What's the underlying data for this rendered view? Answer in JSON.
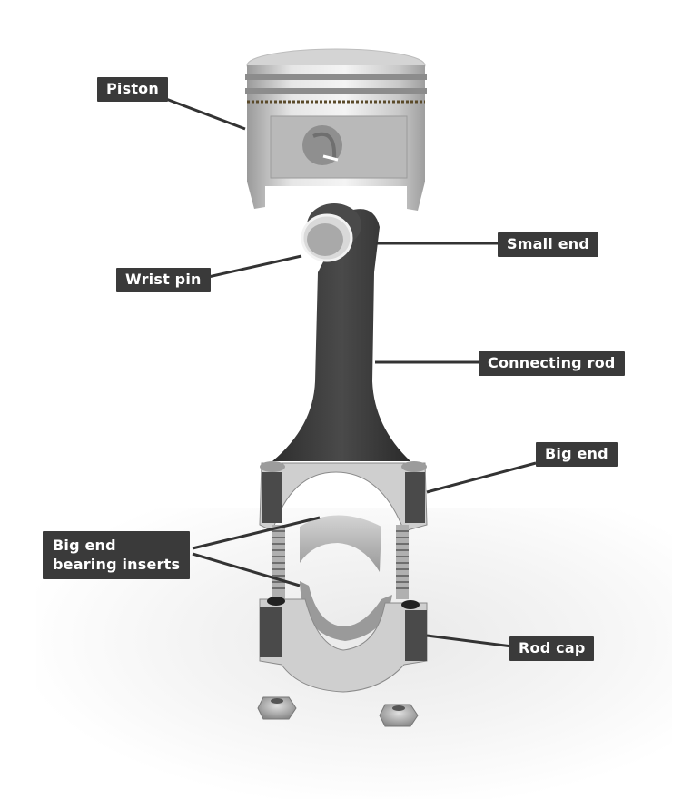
{
  "diagram": {
    "subject": "Piston and connecting rod assembly (exploded view)",
    "labels": {
      "piston": "Piston",
      "small_end": "Small end",
      "wrist_pin": "Wrist pin",
      "connecting_rod": "Connecting rod",
      "big_end": "Big end",
      "big_end_bearing_inserts_line1": "Big end",
      "big_end_bearing_inserts_line2": "bearing inserts",
      "rod_cap": "Rod cap"
    },
    "colors": {
      "label_bg": "#3a3a3a",
      "label_text": "#ffffff",
      "leader_line": "#333333",
      "rod_body": "#3d3d3d",
      "metal_light": "#d8d8d8",
      "metal_mid": "#a8a8a8"
    }
  }
}
